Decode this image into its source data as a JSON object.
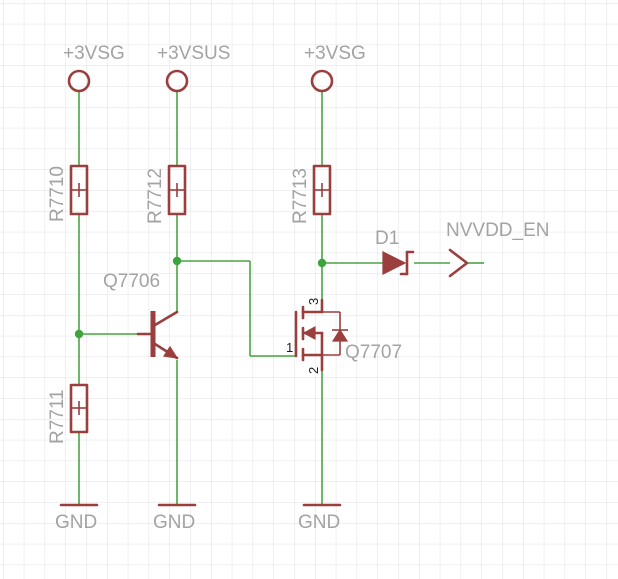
{
  "supplies": {
    "left": "+3VSG",
    "middle": "+3VSUS",
    "right": "+3VSG"
  },
  "grounds": {
    "left": "GND",
    "middle": "GND",
    "right": "GND"
  },
  "resistors": {
    "r7710": "R7710",
    "r7711": "R7711",
    "r7712": "R7712",
    "r7713": "R7713"
  },
  "transistors": {
    "bjt": "Q7706",
    "mosfet": "Q7707"
  },
  "mosfet_pins": {
    "gate": "1",
    "source": "2",
    "drain": "3"
  },
  "diode": "D1",
  "net_label": "NVVDD_EN",
  "colors": {
    "wire": "#4aa343",
    "component": "#9a3e3e",
    "text": "#a3a3a3",
    "grid": "#e2e2e2"
  }
}
